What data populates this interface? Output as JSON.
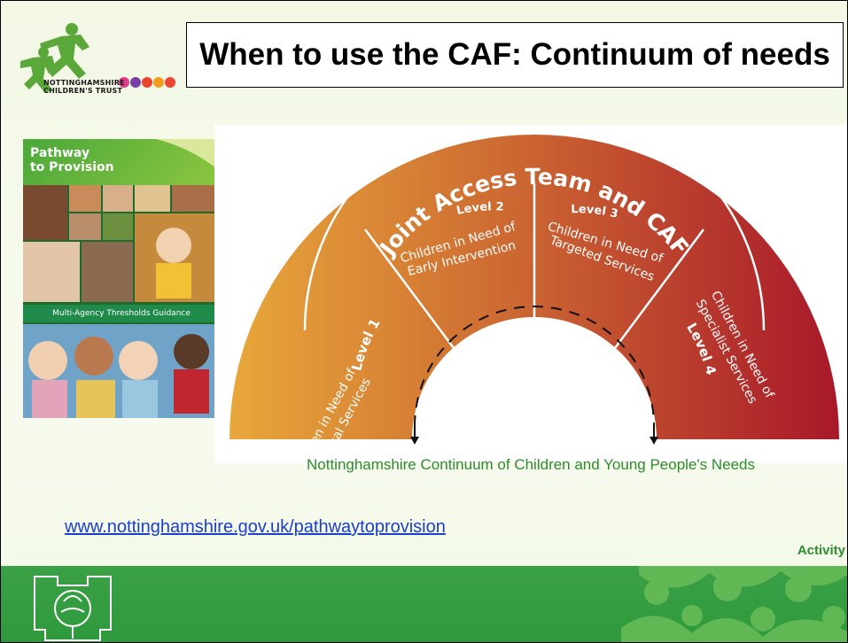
{
  "title": "When to use the CAF: Continuum of needs",
  "logo": {
    "line1": "NOTTINGHAMSHIRE",
    "line2": "CHILDREN'S TRUST"
  },
  "cover": {
    "title_line1": "Pathway",
    "title_line2": "to Provision",
    "band_text": "Multi-Agency Thresholds Guidance"
  },
  "diagram": {
    "arc_title": "Joint Access Team and CAF",
    "levels": [
      {
        "level": "Level 1",
        "line1": "Children in Need of",
        "line2": "Universal Services"
      },
      {
        "level": "Level 2",
        "line1": "Children in Need of",
        "line2": "Early Intervention"
      },
      {
        "level": "Level 3",
        "line1": "Children in Need of",
        "line2": "Targeted Services"
      },
      {
        "level": "Level 4",
        "line1": "Children in Need of",
        "line2": "Specialist Services"
      }
    ],
    "caption": "Nottinghamshire Continuum of Children and Young People's Needs"
  },
  "link": "www.nottinghamshire.gov.uk/pathwaytoprovision",
  "activity": "Activity",
  "colors": {
    "title_text": "#000000",
    "caption": "#2e8b2e",
    "link": "#1a3fcc",
    "footer_green": "#34a042",
    "arc_left": "#e8a83a",
    "arc_right": "#a8182a"
  }
}
